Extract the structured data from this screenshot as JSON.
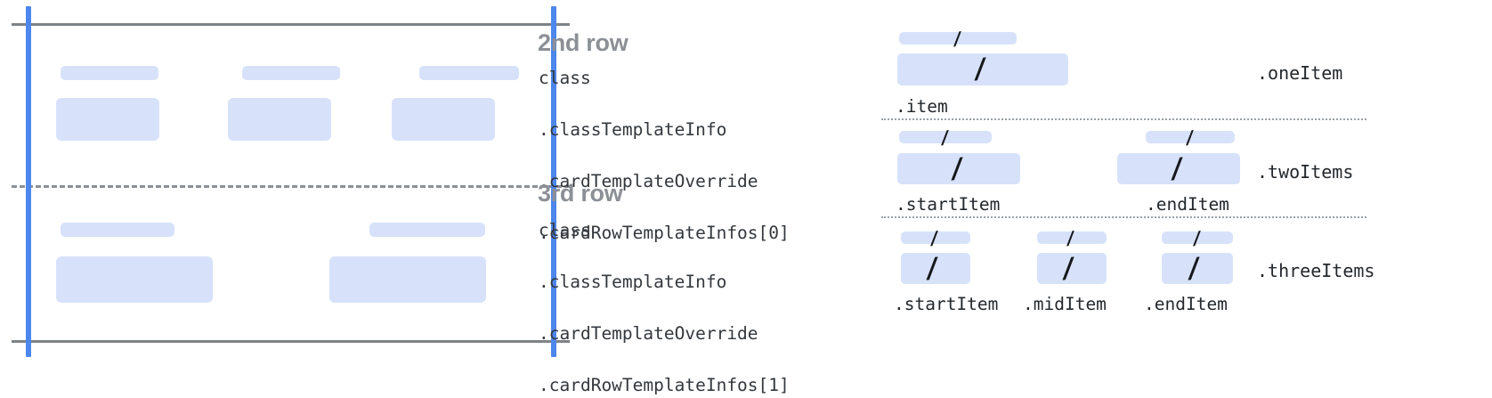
{
  "colors": {
    "placeholder_fill": "#d7e2fa",
    "accent_blue_line": "#4d86ec",
    "gray_rule": "#7e8388",
    "heading_gray": "#8c9096",
    "code_text": "#34383d"
  },
  "left_diagram": {
    "name": "card-row-layout-preview",
    "top_rule": true,
    "bottom_rule": true,
    "row_separator": "dashed",
    "side_guides": [
      "left-blue-guide",
      "right-blue-guide"
    ],
    "rows": [
      {
        "name": "2nd row",
        "columns": [
          {
            "label_bar": "placeholder",
            "body_block": "placeholder"
          },
          {
            "label_bar": "placeholder",
            "body_block": "placeholder"
          },
          {
            "label_bar": "placeholder",
            "body_block": "placeholder"
          }
        ]
      },
      {
        "name": "3rd row",
        "columns": [
          {
            "label_bar": "placeholder",
            "body_block": "placeholder"
          },
          {
            "label_bar": "placeholder",
            "body_block": "placeholder"
          }
        ]
      }
    ]
  },
  "annotations": [
    {
      "title": "2nd row",
      "code": [
        "class",
        ".classTemplateInfo",
        ".cardTemplateOverride",
        ".cardRowTemplateInfos[0]"
      ]
    },
    {
      "title": "3rd row",
      "code": [
        "class",
        ".classTemplateInfo",
        ".cardTemplateOverride",
        ".cardRowTemplateInfos[1]"
      ]
    }
  ],
  "examples": {
    "slash_glyph": "/",
    "groups": [
      {
        "name": "one-item",
        "right_label": ".oneItem",
        "items": [
          {
            "caption": ".item",
            "glyph": "/"
          }
        ]
      },
      {
        "name": "two-items",
        "right_label": ".twoItems",
        "items": [
          {
            "caption": ".startItem",
            "glyph": "/"
          },
          {
            "caption": ".endItem",
            "glyph": "/"
          }
        ]
      },
      {
        "name": "three-items",
        "right_label": ".threeItems",
        "items": [
          {
            "caption": ".startItem",
            "glyph": "/"
          },
          {
            "caption": ".midItem",
            "glyph": "/"
          },
          {
            "caption": ".endItem",
            "glyph": "/"
          }
        ]
      }
    ]
  }
}
